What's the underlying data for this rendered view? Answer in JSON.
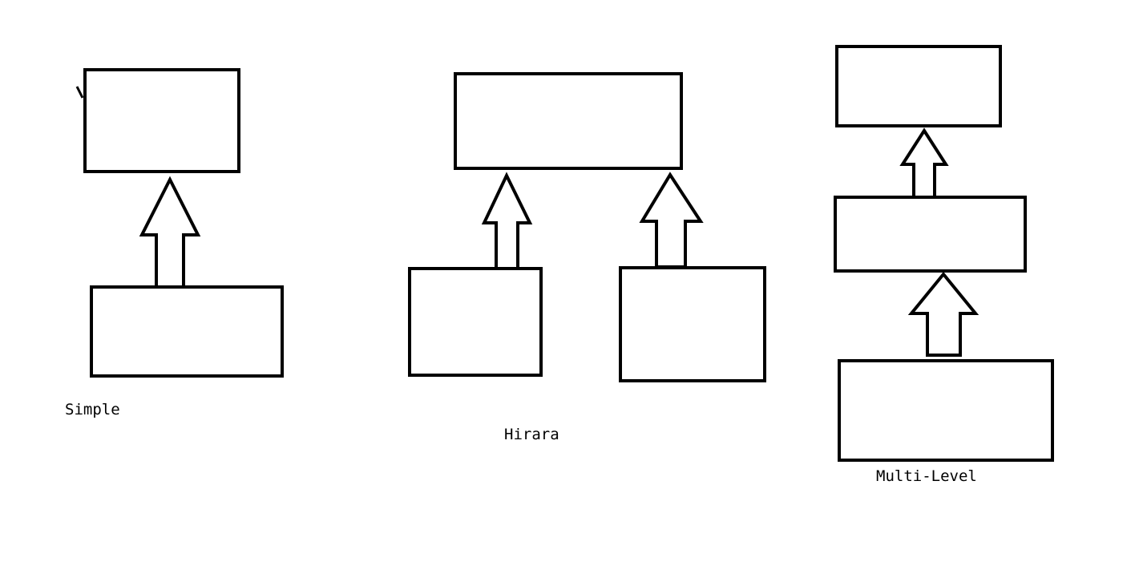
{
  "diagrams": {
    "simple": {
      "label": "Simple"
    },
    "hierarchical": {
      "label": "Hirara"
    },
    "multi_level": {
      "label": "Multi-Level"
    }
  },
  "colors": {
    "stroke": "#000000",
    "background": "#ffffff"
  }
}
